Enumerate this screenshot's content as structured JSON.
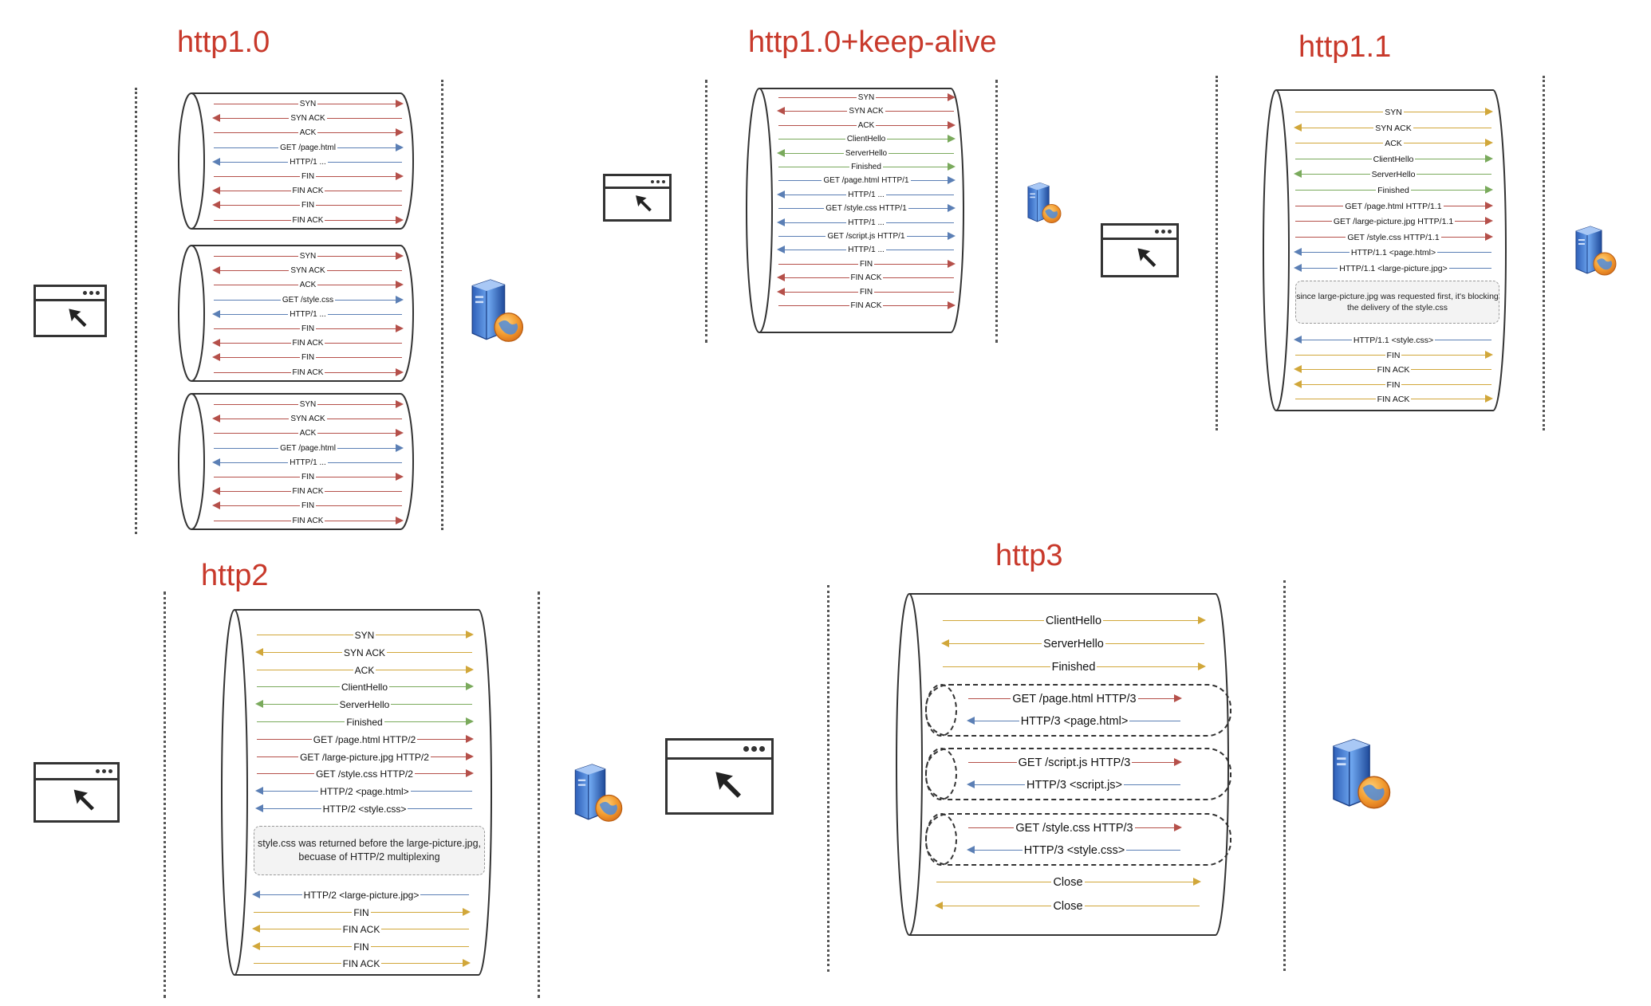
{
  "colors": {
    "title": "#c8392b",
    "red": "#b5504a",
    "blue": "#5b7fb5",
    "green": "#7aaa5c",
    "gold": "#d1a73a"
  },
  "titles": {
    "http10": "http1.0",
    "keepalive": "http1.0+keep-alive",
    "http11": "http1.1",
    "http2": "http2",
    "http3": "http3"
  },
  "panels": {
    "http10": {
      "conn1": [
        {
          "label": "SYN",
          "dir": "r",
          "color": "red"
        },
        {
          "label": "SYN ACK",
          "dir": "l",
          "color": "red"
        },
        {
          "label": "ACK",
          "dir": "r",
          "color": "red"
        },
        {
          "label": "GET /page.html",
          "dir": "r",
          "color": "blue"
        },
        {
          "label": "HTTP/1 ...",
          "dir": "l",
          "color": "blue"
        },
        {
          "label": "FIN",
          "dir": "r",
          "color": "red"
        },
        {
          "label": "FIN ACK",
          "dir": "l",
          "color": "red"
        },
        {
          "label": "FIN",
          "dir": "l",
          "color": "red"
        },
        {
          "label": "FIN ACK",
          "dir": "r",
          "color": "red"
        }
      ],
      "conn2": [
        {
          "label": "SYN",
          "dir": "r",
          "color": "red"
        },
        {
          "label": "SYN ACK",
          "dir": "l",
          "color": "red"
        },
        {
          "label": "ACK",
          "dir": "r",
          "color": "red"
        },
        {
          "label": "GET /style.css",
          "dir": "r",
          "color": "blue"
        },
        {
          "label": "HTTP/1 ...",
          "dir": "l",
          "color": "blue"
        },
        {
          "label": "FIN",
          "dir": "r",
          "color": "red"
        },
        {
          "label": "FIN ACK",
          "dir": "l",
          "color": "red"
        },
        {
          "label": "FIN",
          "dir": "l",
          "color": "red"
        },
        {
          "label": "FIN ACK",
          "dir": "r",
          "color": "red"
        }
      ],
      "conn3": [
        {
          "label": "SYN",
          "dir": "r",
          "color": "red"
        },
        {
          "label": "SYN ACK",
          "dir": "l",
          "color": "red"
        },
        {
          "label": "ACK",
          "dir": "r",
          "color": "red"
        },
        {
          "label": "GET /page.html",
          "dir": "r",
          "color": "blue"
        },
        {
          "label": "HTTP/1 ...",
          "dir": "l",
          "color": "blue"
        },
        {
          "label": "FIN",
          "dir": "r",
          "color": "red"
        },
        {
          "label": "FIN ACK",
          "dir": "l",
          "color": "red"
        },
        {
          "label": "FIN",
          "dir": "l",
          "color": "red"
        },
        {
          "label": "FIN ACK",
          "dir": "r",
          "color": "red"
        }
      ]
    },
    "keepalive": {
      "msgs": [
        {
          "label": "SYN",
          "dir": "r",
          "color": "red"
        },
        {
          "label": "SYN ACK",
          "dir": "l",
          "color": "red"
        },
        {
          "label": "ACK",
          "dir": "r",
          "color": "red"
        },
        {
          "label": "ClientHello",
          "dir": "r",
          "color": "green"
        },
        {
          "label": "ServerHello",
          "dir": "l",
          "color": "green"
        },
        {
          "label": "Finished",
          "dir": "r",
          "color": "green"
        },
        {
          "label": "GET /page.html HTTP/1",
          "dir": "r",
          "color": "blue"
        },
        {
          "label": "HTTP/1 ...",
          "dir": "l",
          "color": "blue"
        },
        {
          "label": "GET /style.css HTTP/1",
          "dir": "r",
          "color": "blue"
        },
        {
          "label": "HTTP/1 ...",
          "dir": "l",
          "color": "blue"
        },
        {
          "label": "GET /script.js HTTP/1",
          "dir": "r",
          "color": "blue"
        },
        {
          "label": "HTTP/1 ...",
          "dir": "l",
          "color": "blue"
        },
        {
          "label": "FIN",
          "dir": "r",
          "color": "red"
        },
        {
          "label": "FIN ACK",
          "dir": "l",
          "color": "red"
        },
        {
          "label": "FIN",
          "dir": "l",
          "color": "red"
        },
        {
          "label": "FIN ACK",
          "dir": "r",
          "color": "red"
        }
      ]
    },
    "http11": {
      "msgs_top": [
        {
          "label": "SYN",
          "dir": "r",
          "color": "gold"
        },
        {
          "label": "SYN ACK",
          "dir": "l",
          "color": "gold"
        },
        {
          "label": "ACK",
          "dir": "r",
          "color": "gold"
        },
        {
          "label": "ClientHello",
          "dir": "r",
          "color": "green"
        },
        {
          "label": "ServerHello",
          "dir": "l",
          "color": "green"
        },
        {
          "label": "Finished",
          "dir": "r",
          "color": "green"
        },
        {
          "label": "GET /page.html HTTP/1.1",
          "dir": "r",
          "color": "red"
        },
        {
          "label": "GET /large-picture.jpg HTTP/1.1",
          "dir": "r",
          "color": "red"
        },
        {
          "label": "GET /style.css HTTP/1.1",
          "dir": "r",
          "color": "red"
        },
        {
          "label": "HTTP/1.1 <page.html>",
          "dir": "l",
          "color": "blue"
        },
        {
          "label": "HTTP/1.1 <large-picture.jpg>",
          "dir": "l",
          "color": "blue"
        }
      ],
      "note": "since large-picture.jpg was requested first, it's blocking the delivery of the style.css",
      "msgs_bottom": [
        {
          "label": "HTTP/1.1 <style.css>",
          "dir": "l",
          "color": "blue"
        },
        {
          "label": "FIN",
          "dir": "r",
          "color": "gold"
        },
        {
          "label": "FIN ACK",
          "dir": "l",
          "color": "gold"
        },
        {
          "label": "FIN",
          "dir": "l",
          "color": "gold"
        },
        {
          "label": "FIN ACK",
          "dir": "r",
          "color": "gold"
        }
      ]
    },
    "http2": {
      "msgs_top": [
        {
          "label": "SYN",
          "dir": "r",
          "color": "gold"
        },
        {
          "label": "SYN ACK",
          "dir": "l",
          "color": "gold"
        },
        {
          "label": "ACK",
          "dir": "r",
          "color": "gold"
        },
        {
          "label": "ClientHello",
          "dir": "r",
          "color": "green"
        },
        {
          "label": "ServerHello",
          "dir": "l",
          "color": "green"
        },
        {
          "label": "Finished",
          "dir": "r",
          "color": "green"
        },
        {
          "label": "GET /page.html HTTP/2",
          "dir": "r",
          "color": "red"
        },
        {
          "label": "GET /large-picture.jpg HTTP/2",
          "dir": "r",
          "color": "red"
        },
        {
          "label": "GET /style.css HTTP/2",
          "dir": "r",
          "color": "red"
        },
        {
          "label": "HTTP/2 <page.html>",
          "dir": "l",
          "color": "blue"
        },
        {
          "label": "HTTP/2 <style.css>",
          "dir": "l",
          "color": "blue"
        }
      ],
      "note": "style.css was returned before the large-picture.jpg, becuase of HTTP/2 multiplexing",
      "msgs_bottom": [
        {
          "label": "HTTP/2 <large-picture.jpg>",
          "dir": "l",
          "color": "blue"
        },
        {
          "label": "FIN",
          "dir": "r",
          "color": "gold"
        },
        {
          "label": "FIN ACK",
          "dir": "l",
          "color": "gold"
        },
        {
          "label": "FIN",
          "dir": "l",
          "color": "gold"
        },
        {
          "label": "FIN ACK",
          "dir": "r",
          "color": "gold"
        }
      ]
    },
    "http3": {
      "handshake": [
        {
          "label": "ClientHello",
          "dir": "r",
          "color": "gold"
        },
        {
          "label": "ServerHello",
          "dir": "l",
          "color": "gold"
        },
        {
          "label": "Finished",
          "dir": "r",
          "color": "gold"
        }
      ],
      "stream1": [
        {
          "label": "GET /page.html HTTP/3",
          "dir": "r",
          "color": "red"
        },
        {
          "label": "HTTP/3 <page.html>",
          "dir": "l",
          "color": "blue"
        }
      ],
      "stream2": [
        {
          "label": "GET /script.js HTTP/3",
          "dir": "r",
          "color": "red"
        },
        {
          "label": "HTTP/3 <script.js>",
          "dir": "l",
          "color": "blue"
        }
      ],
      "stream3": [
        {
          "label": "GET /style.css HTTP/3",
          "dir": "r",
          "color": "red"
        },
        {
          "label": "HTTP/3 <style.css>",
          "dir": "l",
          "color": "blue"
        }
      ],
      "close": [
        {
          "label": "Close",
          "dir": "r",
          "color": "gold"
        },
        {
          "label": "Close",
          "dir": "l",
          "color": "gold"
        }
      ]
    }
  },
  "icons": {
    "browser": "browser-window-icon",
    "server": "server-globe-icon"
  }
}
